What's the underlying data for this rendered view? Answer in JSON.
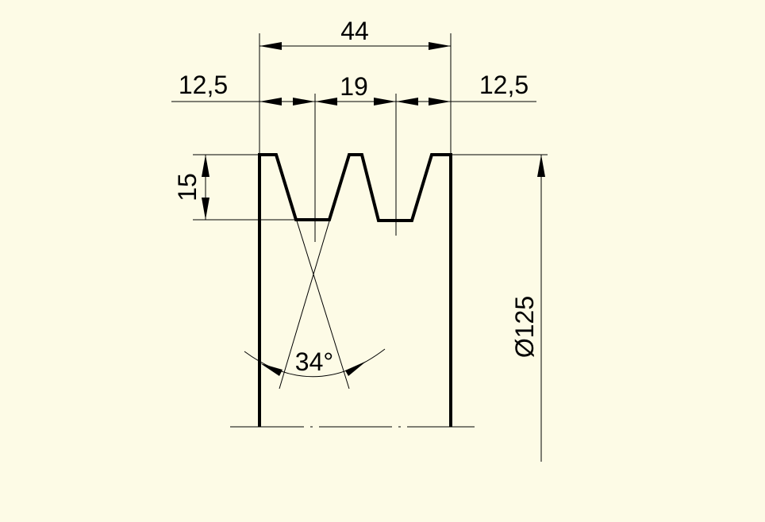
{
  "drawing": {
    "background": "#fdfbe6",
    "line_color": "#000000",
    "dimensions": {
      "overall_width": "44",
      "left_offset": "12,5",
      "groove_pitch": "19",
      "right_offset": "12,5",
      "groove_depth": "15",
      "groove_angle": "34°",
      "diameter": "Ø125"
    }
  }
}
